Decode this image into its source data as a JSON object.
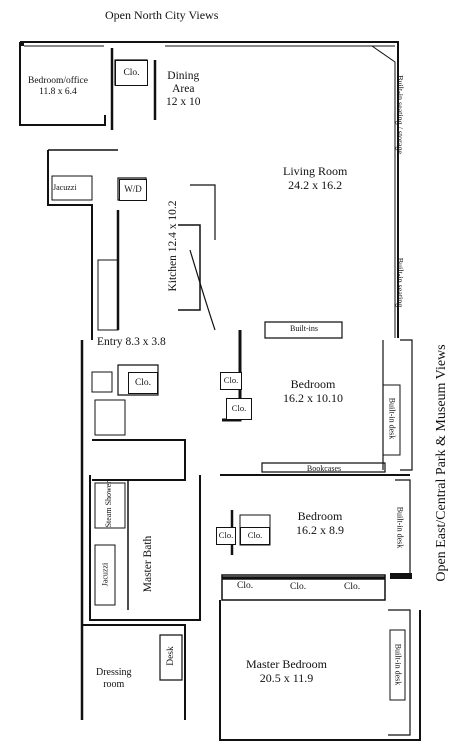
{
  "views": {
    "north": "Open North City Views",
    "east": "Open East/Central Park & Museum Views"
  },
  "rooms": {
    "bedroom_office": {
      "name": "Bedroom/office",
      "size": "11.8 x 6.4"
    },
    "dining": {
      "name": "Dining",
      "name2": "Area",
      "size": "12 x 10"
    },
    "living": {
      "name": "Living Room",
      "size": "24.2 x 16.2"
    },
    "kitchen": {
      "name": "Kitchen",
      "size": "12.4 x 10.2"
    },
    "entry": {
      "name": "Entry",
      "size": "8.3 x 3.8"
    },
    "bedroom1": {
      "name": "Bedroom",
      "size": "16.2 x 10.10"
    },
    "bedroom2": {
      "name": "Bedroom",
      "size": "16.2 x 8.9"
    },
    "master_bedroom": {
      "name": "Master Bedroom",
      "size": "20.5 x 11.9"
    },
    "master_bath": {
      "name": "Master Bath"
    },
    "dressing": {
      "name": "Dressing",
      "name2": "room"
    }
  },
  "fixtures": {
    "clo": "Clo.",
    "wd": "W/D",
    "jacuzzi": "Jacuzzi",
    "steam_shower": "Steam",
    "steam_shower2": "Shower",
    "desk": "Desk",
    "built_ins": "Built-ins",
    "bookcases": "Bookcases",
    "builtin_seating_storage": "Built-in seating / storage",
    "builtin_seating": "Built-in seating",
    "builtin_desk": "Built-in desk"
  }
}
